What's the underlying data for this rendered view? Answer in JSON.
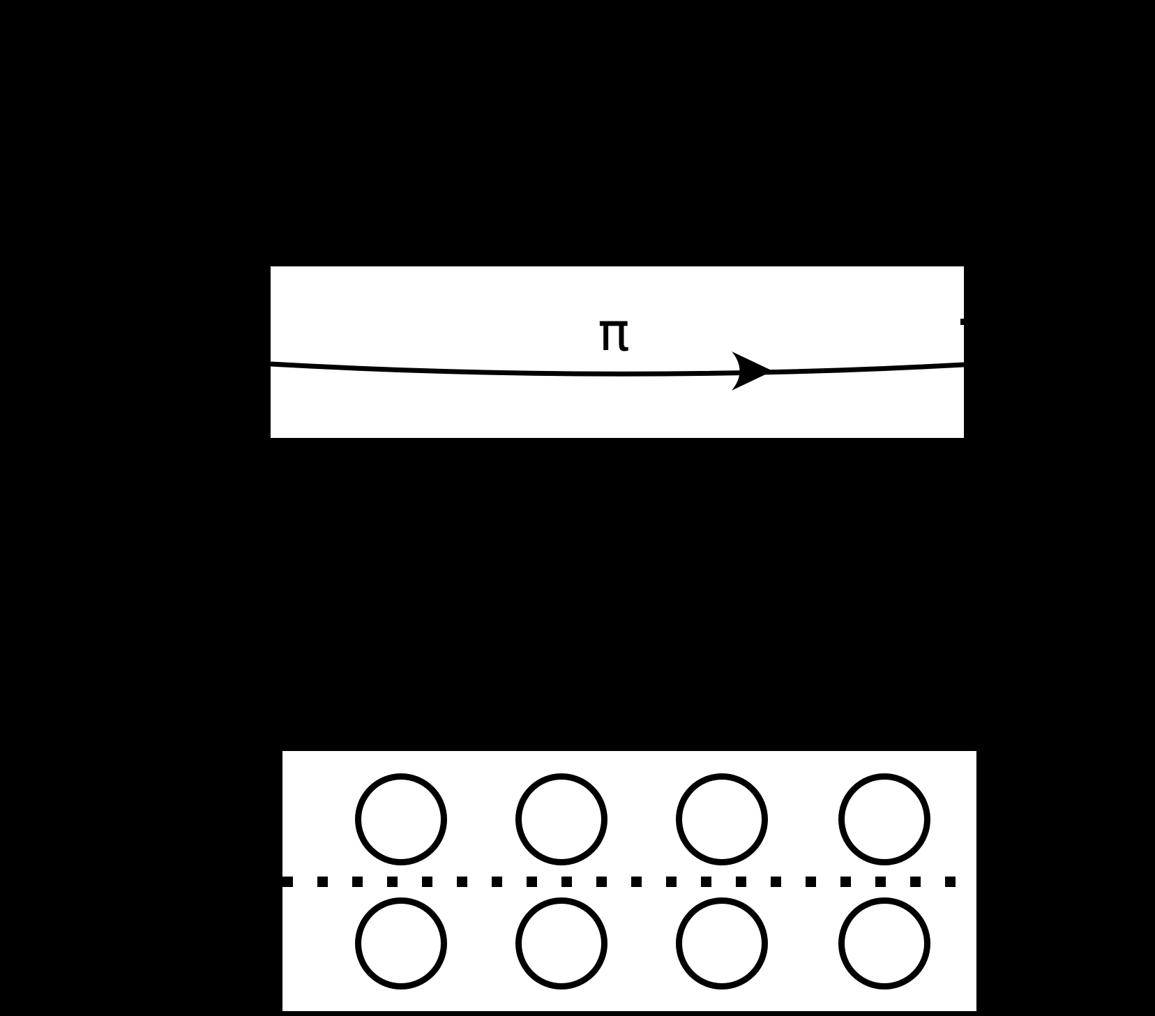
{
  "figure": {
    "colors": {
      "background": "#000000",
      "panel": "#ffffff",
      "ink": "#000000"
    },
    "top_panel": {
      "pi_label": "π",
      "arrow_direction": "right"
    },
    "bottom_panel": {
      "rows": 2,
      "circles_per_row": 4,
      "divider_style": "dotted"
    }
  }
}
